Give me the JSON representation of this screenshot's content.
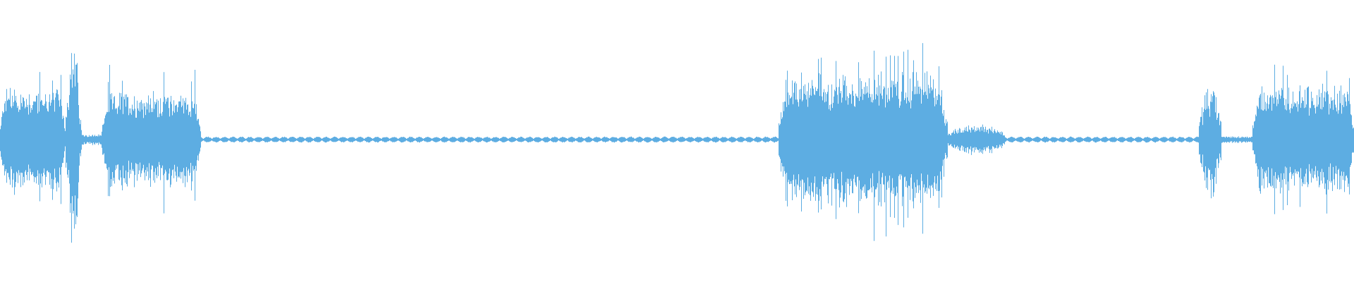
{
  "waveform": {
    "color": "#5DADE2",
    "background": "#FFFFFF",
    "segments": [
      {
        "start": 0.0,
        "end": 0.048,
        "level": 0.45,
        "kind": "loud"
      },
      {
        "start": 0.048,
        "end": 0.06,
        "level": 0.78,
        "kind": "peak"
      },
      {
        "start": 0.06,
        "end": 0.075,
        "level": 0.05,
        "kind": "quiet"
      },
      {
        "start": 0.075,
        "end": 0.148,
        "level": 0.42,
        "kind": "loud"
      },
      {
        "start": 0.148,
        "end": 0.575,
        "level": 0.025,
        "kind": "pulse"
      },
      {
        "start": 0.575,
        "end": 0.7,
        "level": 0.58,
        "kind": "loud"
      },
      {
        "start": 0.7,
        "end": 0.742,
        "level": 0.09,
        "kind": "burst"
      },
      {
        "start": 0.742,
        "end": 0.885,
        "level": 0.025,
        "kind": "pulse"
      },
      {
        "start": 0.885,
        "end": 0.902,
        "level": 0.36,
        "kind": "burst"
      },
      {
        "start": 0.902,
        "end": 0.925,
        "level": 0.03,
        "kind": "quiet"
      },
      {
        "start": 0.925,
        "end": 1.0,
        "level": 0.47,
        "kind": "loud"
      }
    ]
  }
}
